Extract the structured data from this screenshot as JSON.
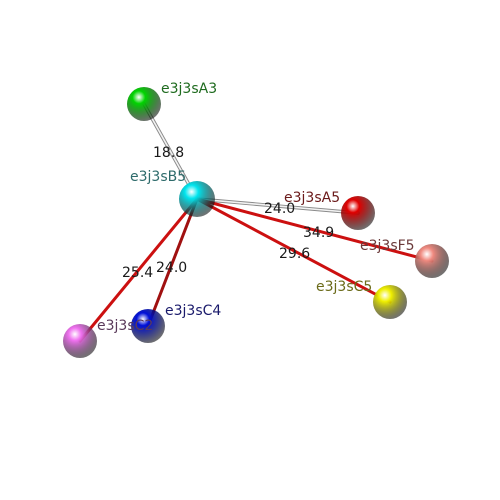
{
  "diagram": {
    "atoms": [
      {
        "id": "B5",
        "label": "e3j3sB5",
        "color": "#00e5ee",
        "label_color": "#2e6b6b"
      },
      {
        "id": "A3",
        "label": "e3j3sA3",
        "color": "#00d400",
        "label_color": "#1f6b1f"
      },
      {
        "id": "A5",
        "label": "e3j3sA5",
        "color": "#e00000",
        "label_color": "#6b1a1a"
      },
      {
        "id": "F5",
        "label": "e3j3sF5",
        "color": "#f08a80",
        "label_color": "#6b3a3a"
      },
      {
        "id": "C5",
        "label": "e3j3sC5",
        "color": "#f0f000",
        "label_color": "#6b6b1a"
      },
      {
        "id": "C4",
        "label": "e3j3sC4",
        "color": "#0010d8",
        "label_color": "#1a1a6b"
      },
      {
        "id": "C2",
        "label": "e3j3sC2",
        "color": "#f070f0",
        "label_color": "#5a3a5a"
      }
    ],
    "bonds": [
      {
        "from": "B5",
        "to": "A3",
        "distance": "18.8",
        "style": "white"
      },
      {
        "from": "B5",
        "to": "A5",
        "distance": "24.0",
        "style": "white"
      },
      {
        "from": "B5",
        "to": "F5",
        "distance": "34.9",
        "style": "red"
      },
      {
        "from": "B5",
        "to": "C5",
        "distance": "29.6",
        "style": "red"
      },
      {
        "from": "B5",
        "to": "C4",
        "distance": "24.0",
        "style": "darkred"
      },
      {
        "from": "B5",
        "to": "C2",
        "distance": "25.4",
        "style": "red"
      }
    ],
    "bond_colors": {
      "white": "#c8c8c8",
      "red": "#cc1010",
      "darkred": "#a01010"
    }
  }
}
